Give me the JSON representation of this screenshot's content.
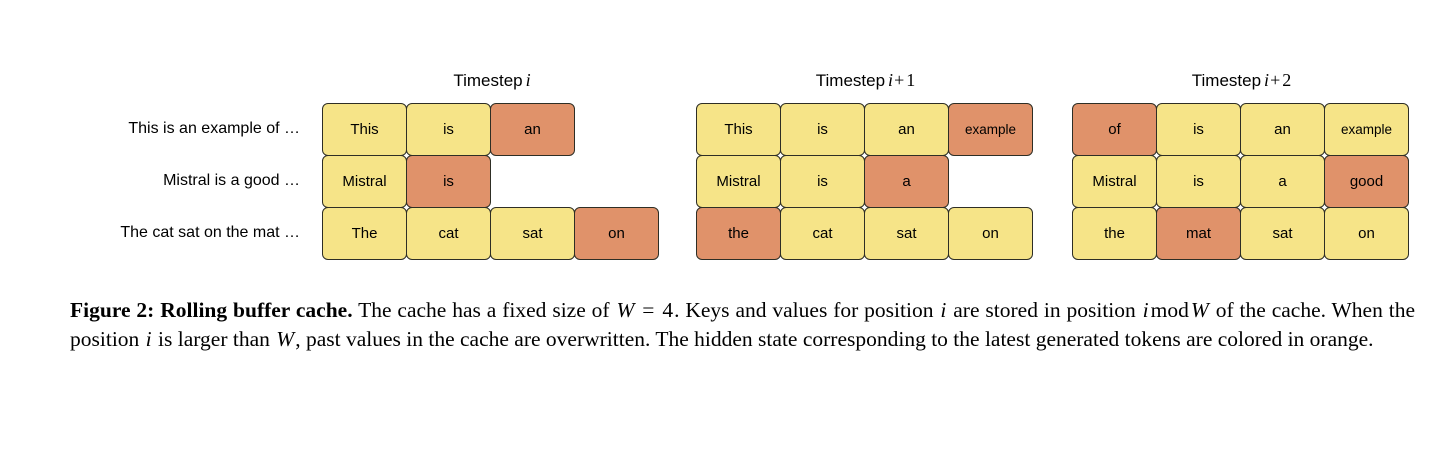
{
  "figure": {
    "row_labels": [
      "This is an example of …",
      "Mistral is a good …",
      "The cat sat on the mat …"
    ],
    "timesteps": [
      {
        "title_prefix": "Timestep",
        "title_var": "i",
        "title_op": "",
        "title_num": "",
        "rows": [
          [
            {
              "text": "This",
              "color": "yellow"
            },
            {
              "text": "is",
              "color": "yellow"
            },
            {
              "text": "an",
              "color": "orange"
            }
          ],
          [
            {
              "text": "Mistral",
              "color": "yellow"
            },
            {
              "text": "is",
              "color": "orange"
            }
          ],
          [
            {
              "text": "The",
              "color": "yellow"
            },
            {
              "text": "cat",
              "color": "yellow"
            },
            {
              "text": "sat",
              "color": "yellow"
            },
            {
              "text": "on",
              "color": "orange"
            }
          ]
        ]
      },
      {
        "title_prefix": "Timestep",
        "title_var": "i",
        "title_op": "+",
        "title_num": "1",
        "rows": [
          [
            {
              "text": "This",
              "color": "yellow"
            },
            {
              "text": "is",
              "color": "yellow"
            },
            {
              "text": "an",
              "color": "yellow"
            },
            {
              "text": "example",
              "color": "orange"
            }
          ],
          [
            {
              "text": "Mistral",
              "color": "yellow"
            },
            {
              "text": "is",
              "color": "yellow"
            },
            {
              "text": "a",
              "color": "orange"
            }
          ],
          [
            {
              "text": "the",
              "color": "orange"
            },
            {
              "text": "cat",
              "color": "yellow"
            },
            {
              "text": "sat",
              "color": "yellow"
            },
            {
              "text": "on",
              "color": "yellow"
            }
          ]
        ]
      },
      {
        "title_prefix": "Timestep",
        "title_var": "i",
        "title_op": "+",
        "title_num": "2",
        "rows": [
          [
            {
              "text": "of",
              "color": "orange"
            },
            {
              "text": "is",
              "color": "yellow"
            },
            {
              "text": "an",
              "color": "yellow"
            },
            {
              "text": "example",
              "color": "yellow"
            }
          ],
          [
            {
              "text": "Mistral",
              "color": "yellow"
            },
            {
              "text": "is",
              "color": "yellow"
            },
            {
              "text": "a",
              "color": "yellow"
            },
            {
              "text": "good",
              "color": "orange"
            }
          ],
          [
            {
              "text": "the",
              "color": "yellow"
            },
            {
              "text": "mat",
              "color": "orange"
            },
            {
              "text": "sat",
              "color": "yellow"
            },
            {
              "text": "on",
              "color": "yellow"
            }
          ]
        ]
      }
    ],
    "colors": {
      "cell_yellow": "#f6e488",
      "cell_orange": "#e0926a",
      "cell_border": "#2e2e25",
      "background": "#ffffff",
      "text": "#000000"
    }
  },
  "caption": {
    "label": "Figure 2: Rolling buffer cache.",
    "p1": " The cache has a fixed size of ",
    "w1": "W",
    "eq": " = ",
    "four": "4",
    "p2": ". Keys and values for position ",
    "i1": "i",
    "p3": " are stored in position ",
    "i2": "i",
    "mod": "mod",
    "w2": "W",
    "p4": " of the cache. When the position ",
    "i3": "i",
    "p5": " is larger than ",
    "w3": "W",
    "p6": ", past values in the cache are overwritten. The hidden state corresponding to the latest generated tokens are colored in orange."
  }
}
